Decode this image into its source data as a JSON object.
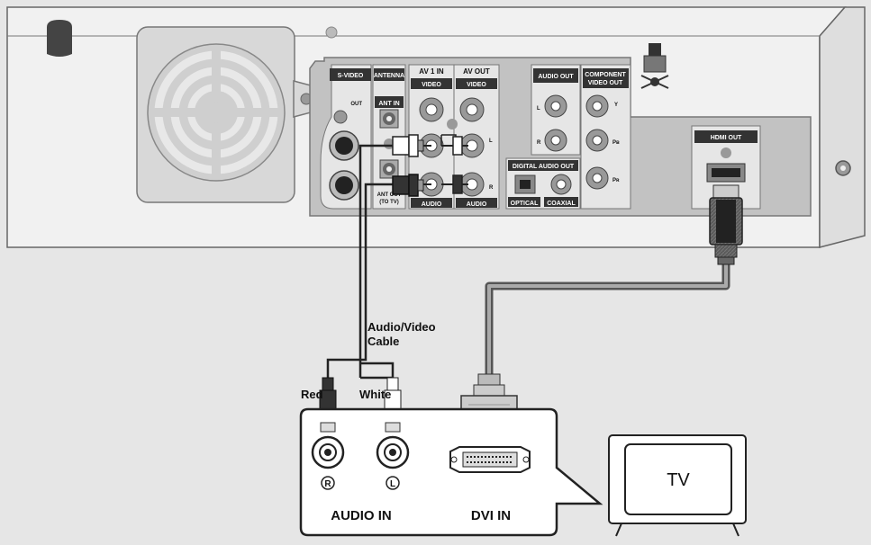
{
  "player_panel": {
    "svideo_label": "S-VIDEO",
    "svideo_out": "OUT",
    "antenna_label": "ANTENNA",
    "ant_in": "ANT IN",
    "ant_out_line1": "ANT OUT",
    "ant_out_line2": "(TO TV)",
    "av1_in": "AV 1 IN",
    "av_out": "AV OUT",
    "video": "VIDEO",
    "audio": "AUDIO",
    "audio_out": "AUDIO OUT",
    "component_line1": "COMPONENT",
    "component_line2": "VIDEO OUT",
    "digital_audio_out": "DIGITAL AUDIO OUT",
    "optical": "OPTICAL",
    "coaxial": "COAXIAL",
    "hdmi_out": "HDMI OUT",
    "side_l": "L",
    "side_r": "R",
    "comp_y": "Y",
    "comp_pb": "Pʙ",
    "comp_pr": "Pʀ"
  },
  "cable_label_line1": "Audio/Video",
  "cable_label_line2": "Cable",
  "plug_red": "Red",
  "plug_white": "White",
  "tv_panel": {
    "jack_r": "R",
    "jack_l": "L",
    "audio_in": "AUDIO IN",
    "dvi_in": "DVI IN"
  },
  "tv_label": "TV"
}
